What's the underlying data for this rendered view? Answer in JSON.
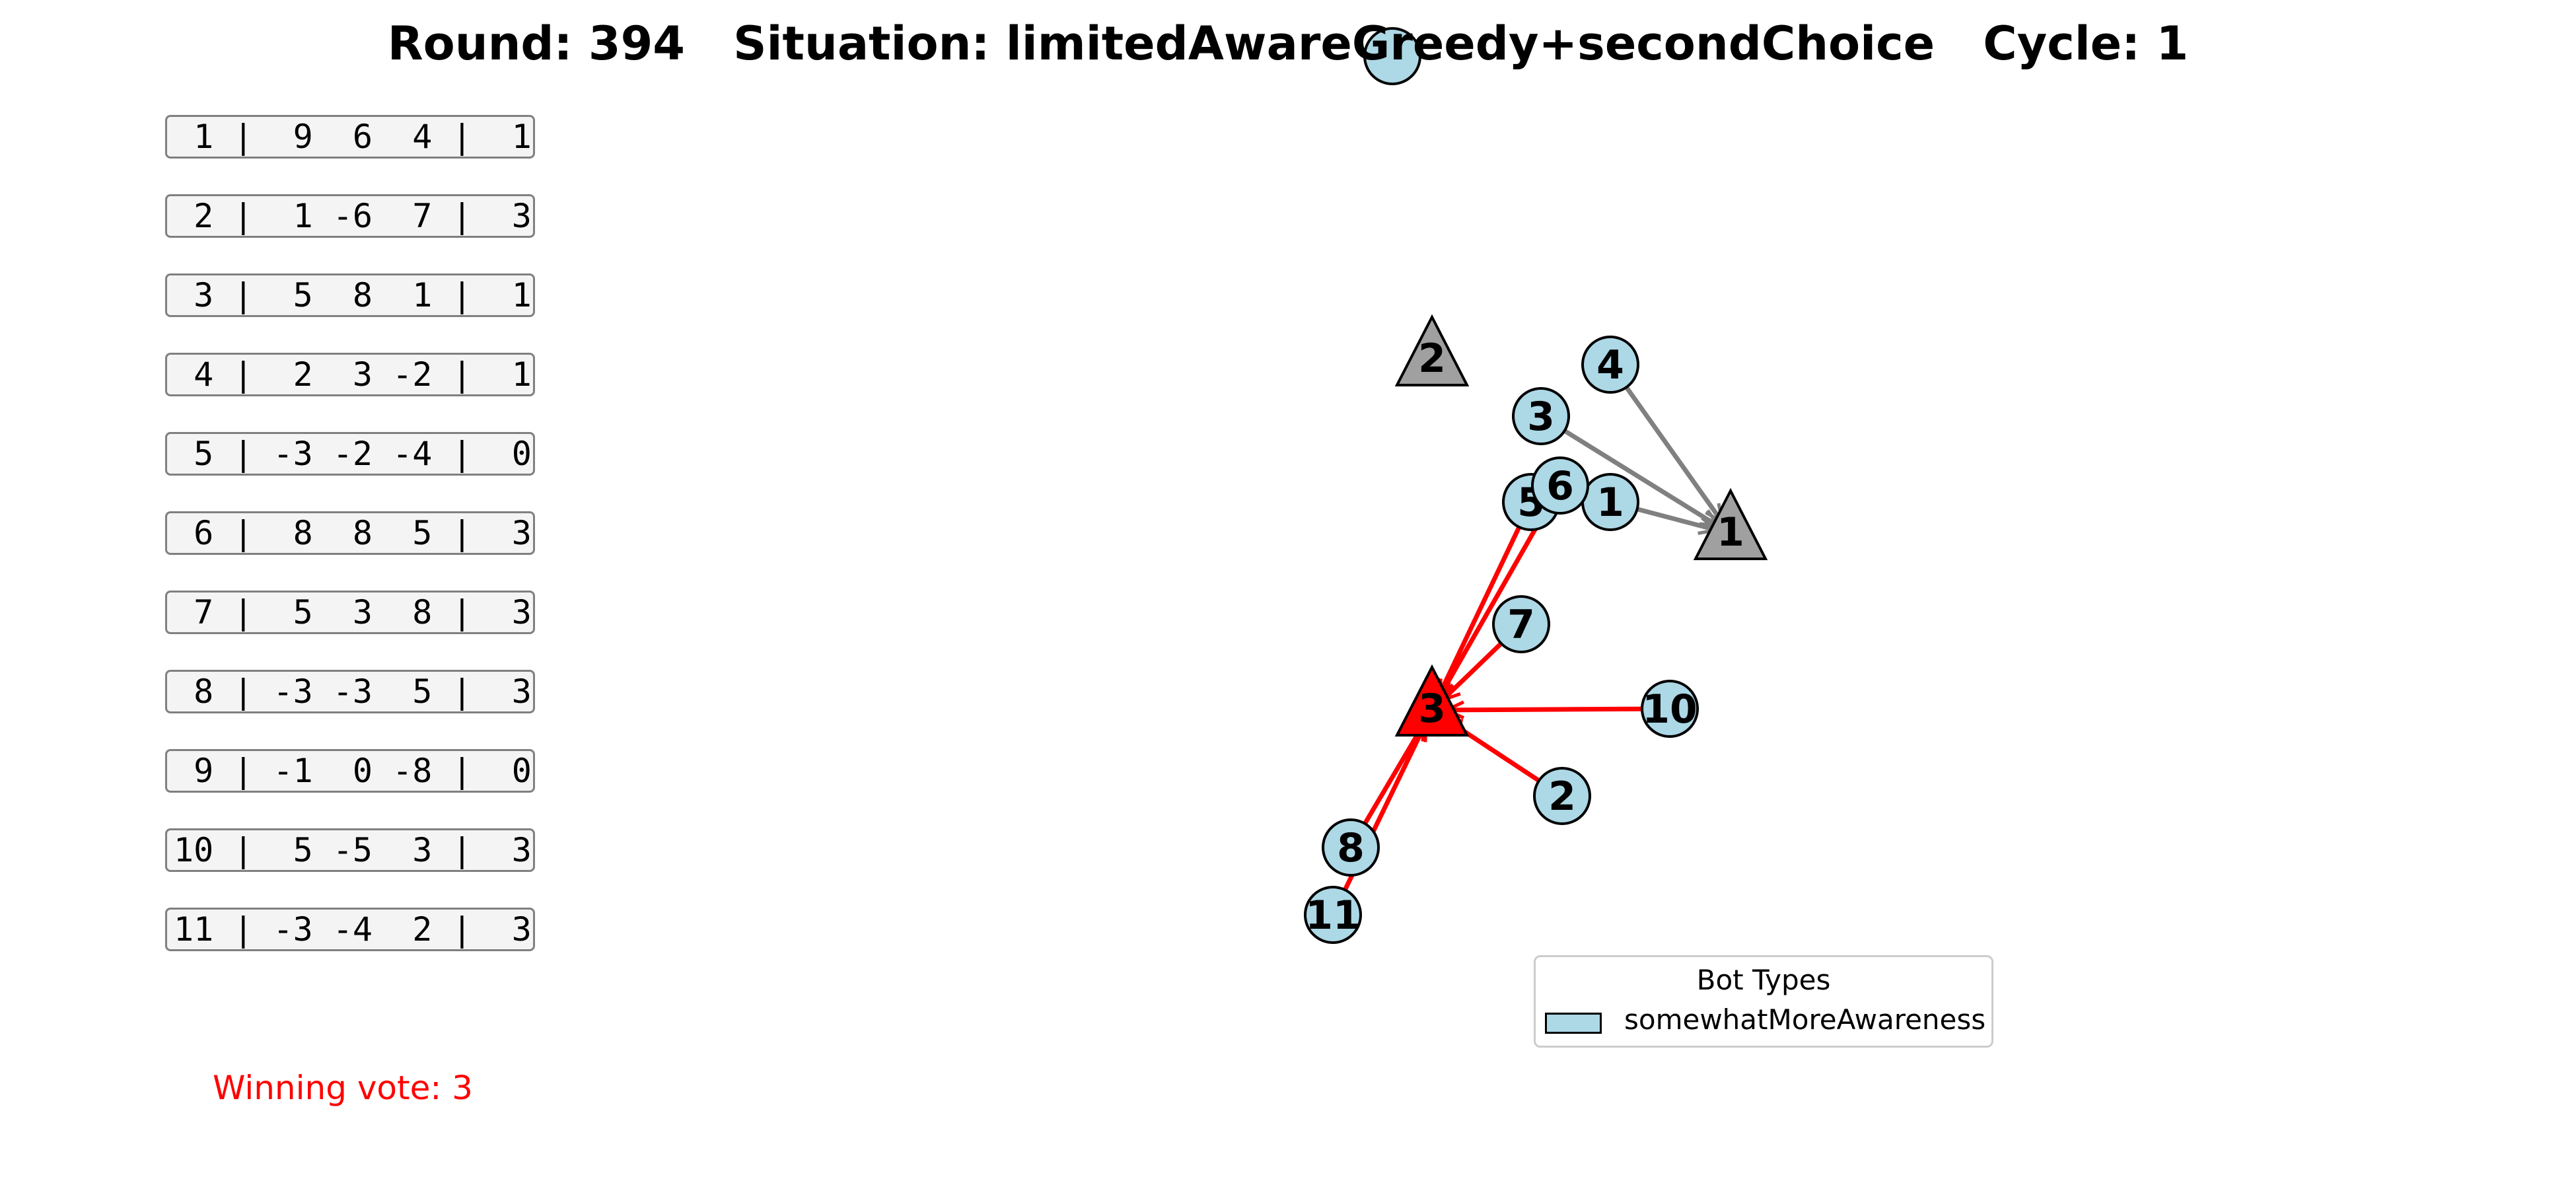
{
  "title": "Round: 394   Situation: limitedAwareGreedy+secondChoice   Cycle: 1",
  "ballots": [
    {
      "id": "1",
      "text": " 1 |  9  6  4 |  1"
    },
    {
      "id": "2",
      "text": " 2 |  1 -6  7 |  3"
    },
    {
      "id": "3",
      "text": " 3 |  5  8  1 |  1"
    },
    {
      "id": "4",
      "text": " 4 |  2  3 -2 |  1"
    },
    {
      "id": "5",
      "text": " 5 | -3 -2 -4 |  0"
    },
    {
      "id": "6",
      "text": " 6 |  8  8  5 |  3"
    },
    {
      "id": "7",
      "text": " 7 |  5  3  8 |  3"
    },
    {
      "id": "8",
      "text": " 8 | -3 -3  5 |  3"
    },
    {
      "id": "9",
      "text": " 9 | -1  0 -8 |  0"
    },
    {
      "id": "10",
      "text": "10 |  5 -5  3 |  3"
    },
    {
      "id": "11",
      "text": "11 | -3 -4  2 |  3"
    }
  ],
  "winning_vote": "Winning vote: 3",
  "legend": {
    "title": "Bot Types",
    "entries": [
      {
        "label": "somewhatMoreAwareness",
        "color": "#add8e6"
      }
    ]
  },
  "colors": {
    "bot_fill": "#add8e6",
    "option_default": "#a0a0a0",
    "option_winner": "#ff0000",
    "edge_winner": "#ff0000",
    "edge_other": "#808080"
  },
  "diagram": {
    "options": [
      {
        "id": "1",
        "label": "1",
        "winner": false
      },
      {
        "id": "2",
        "label": "2",
        "winner": false
      },
      {
        "id": "3",
        "label": "3",
        "winner": true
      }
    ],
    "bots": [
      {
        "id": "1",
        "label": "1",
        "vote": "1"
      },
      {
        "id": "2",
        "label": "2",
        "vote": "3"
      },
      {
        "id": "3",
        "label": "3",
        "vote": "1"
      },
      {
        "id": "4",
        "label": "4",
        "vote": "1"
      },
      {
        "id": "5",
        "label": "5",
        "vote": "3"
      },
      {
        "id": "6",
        "label": "6",
        "vote": "3"
      },
      {
        "id": "7",
        "label": "7",
        "vote": "3"
      },
      {
        "id": "8",
        "label": "8",
        "vote": "3"
      },
      {
        "id": "9",
        "label": "",
        "vote": ""
      },
      {
        "id": "10",
        "label": "10",
        "vote": "3"
      },
      {
        "id": "11",
        "label": "11",
        "vote": "3"
      }
    ]
  }
}
